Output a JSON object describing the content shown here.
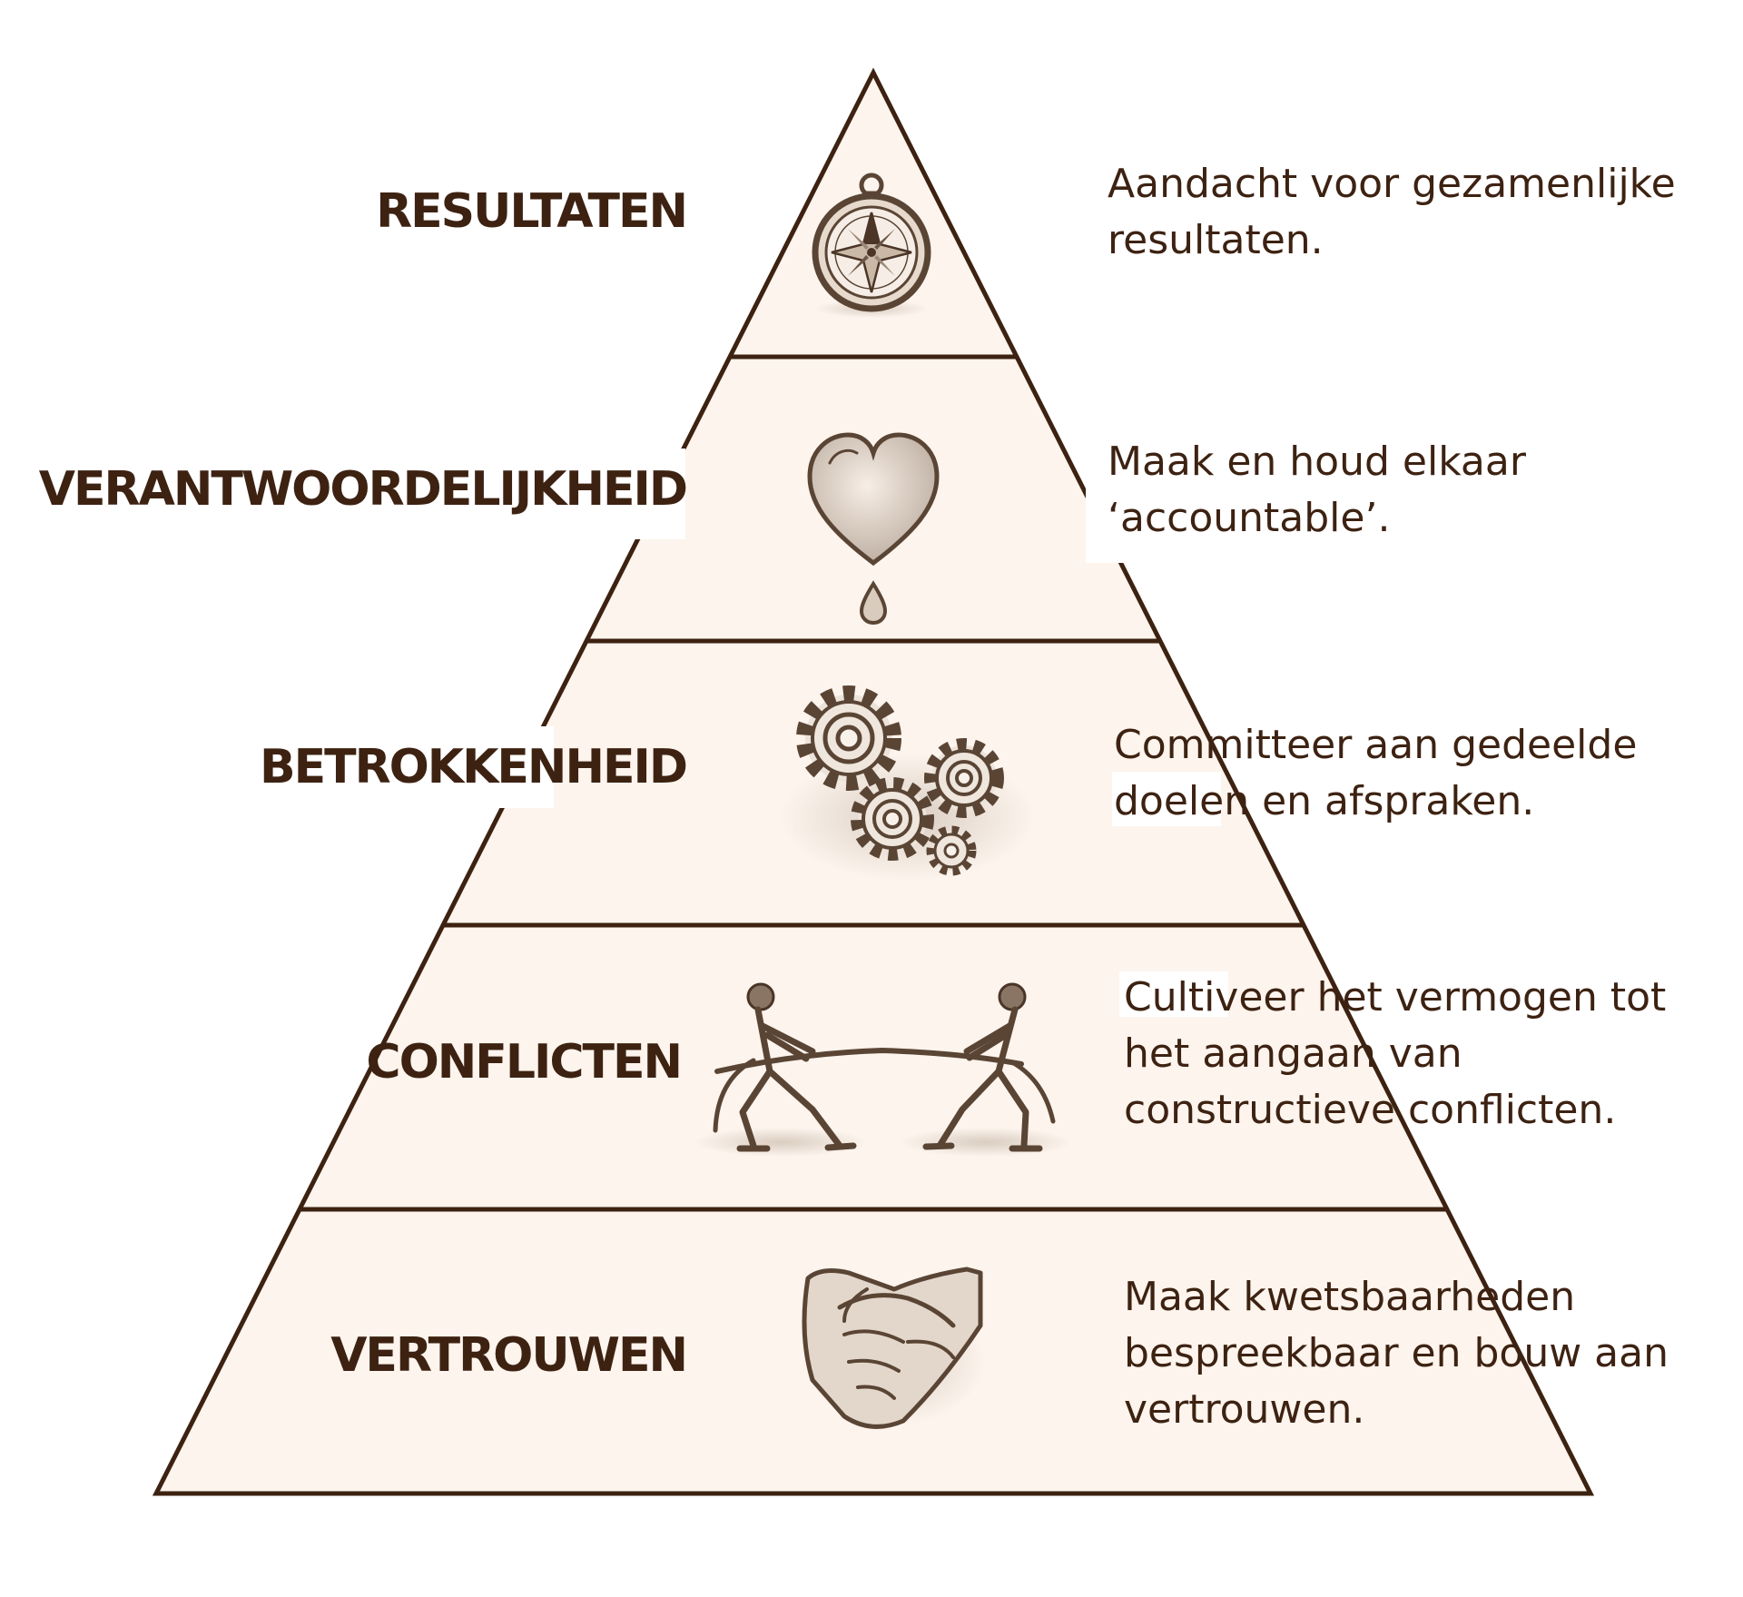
{
  "colors": {
    "ink": "#3d2212",
    "fill": "#fcf4ed",
    "sketch": "#5a4535"
  },
  "levels": [
    {
      "title": "RESULTATEN",
      "description": "Aandacht voor gezamenlijke\nresultaten.",
      "icon": "compass-icon"
    },
    {
      "title": "VERANTWOORDELIJKHEID",
      "description": "Maak en houd elkaar\n‘accountable’.",
      "icon": "heart-icon"
    },
    {
      "title": "BETROKKENHEID",
      "description": "Committeer aan gedeelde\ndoelen en afspraken.",
      "icon": "gears-icon"
    },
    {
      "title": "CONFLICTEN",
      "description": "Cultiveer het vermogen tot\nhet aangaan van\nconstructieve conflicten.",
      "icon": "tug-of-war-icon"
    },
    {
      "title": "VERTROUWEN",
      "description": "Maak kwetsbaarheden\nbespreekbaar en bouw aan\nvertrouwen.",
      "icon": "handshake-icon"
    }
  ]
}
